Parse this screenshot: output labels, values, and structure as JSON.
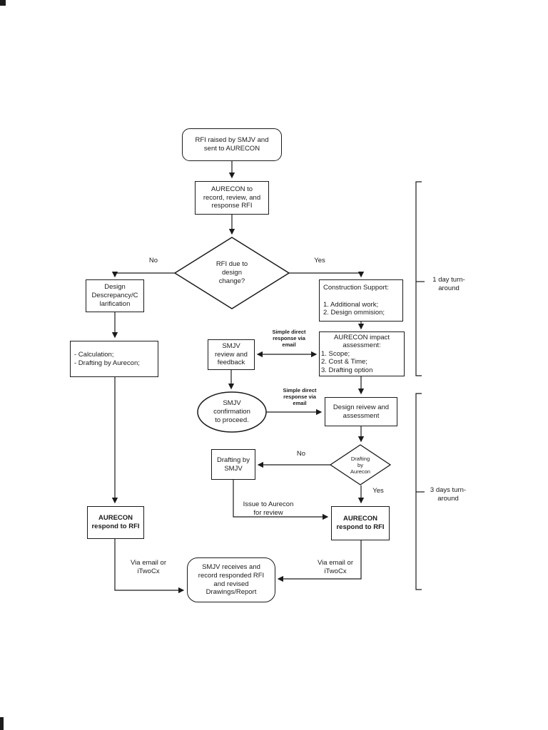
{
  "nodes": {
    "start": "RFI raised by SMJV and\nsent to AURECON",
    "record": "AURECON  to\nrecord, review, and\nresponse RFI",
    "decision_design_change": "RFI due to\ndesign\nchange?",
    "design_discrepancy": "Design\nDescrepancy/C\nlarification",
    "calculation_drafting": "- Calculation;\n- Drafting by Aurecon;",
    "construction_support": "Construction Support:\n\n1. Additional work;\n2. Design ommision;",
    "impact_assessment_title": "AURECON impact\nassessment:",
    "impact_assessment_items": "1. Scope;\n2. Cost & Time;\n3. Drafting option",
    "smjv_review": "SMJV\nreview and\nfeedback",
    "smjv_confirmation": "SMJV\nconfirmation\nto proceed.",
    "design_review": "Design reivew and\nassessment",
    "decision_drafting_by": "Drafting\nby\nAurecon",
    "drafting_by_smjv": "Drafting by\nSMJV",
    "aurecon_respond_left": "AURECON\nrespond to RFI",
    "aurecon_respond_right": "AURECON\nrespond to RFI",
    "final_receive": "SMJV receives and\nrecord responded RFI\nand revised\nDrawings/Report"
  },
  "labels": {
    "no1": "No",
    "yes1": "Yes",
    "no2": "No",
    "yes2": "Yes",
    "simple_direct_email_1": "Simple direct\nresponse via\nemail",
    "simple_direct_email_2": "Simple direct\nresponse via\nemail",
    "issue_to_aurecon": "Issue to Aurecon\nfor review",
    "via_email_left": "Via email or\niTwoCx",
    "via_email_right": "Via email or\niTwoCx",
    "turnaround_1day": "1 day turn-\naround",
    "turnaround_3days": "3 days turn-\naround"
  },
  "colors": {
    "line": "#1a1a1a",
    "shape_fill": "#ffffff",
    "background": "#ffffff"
  }
}
